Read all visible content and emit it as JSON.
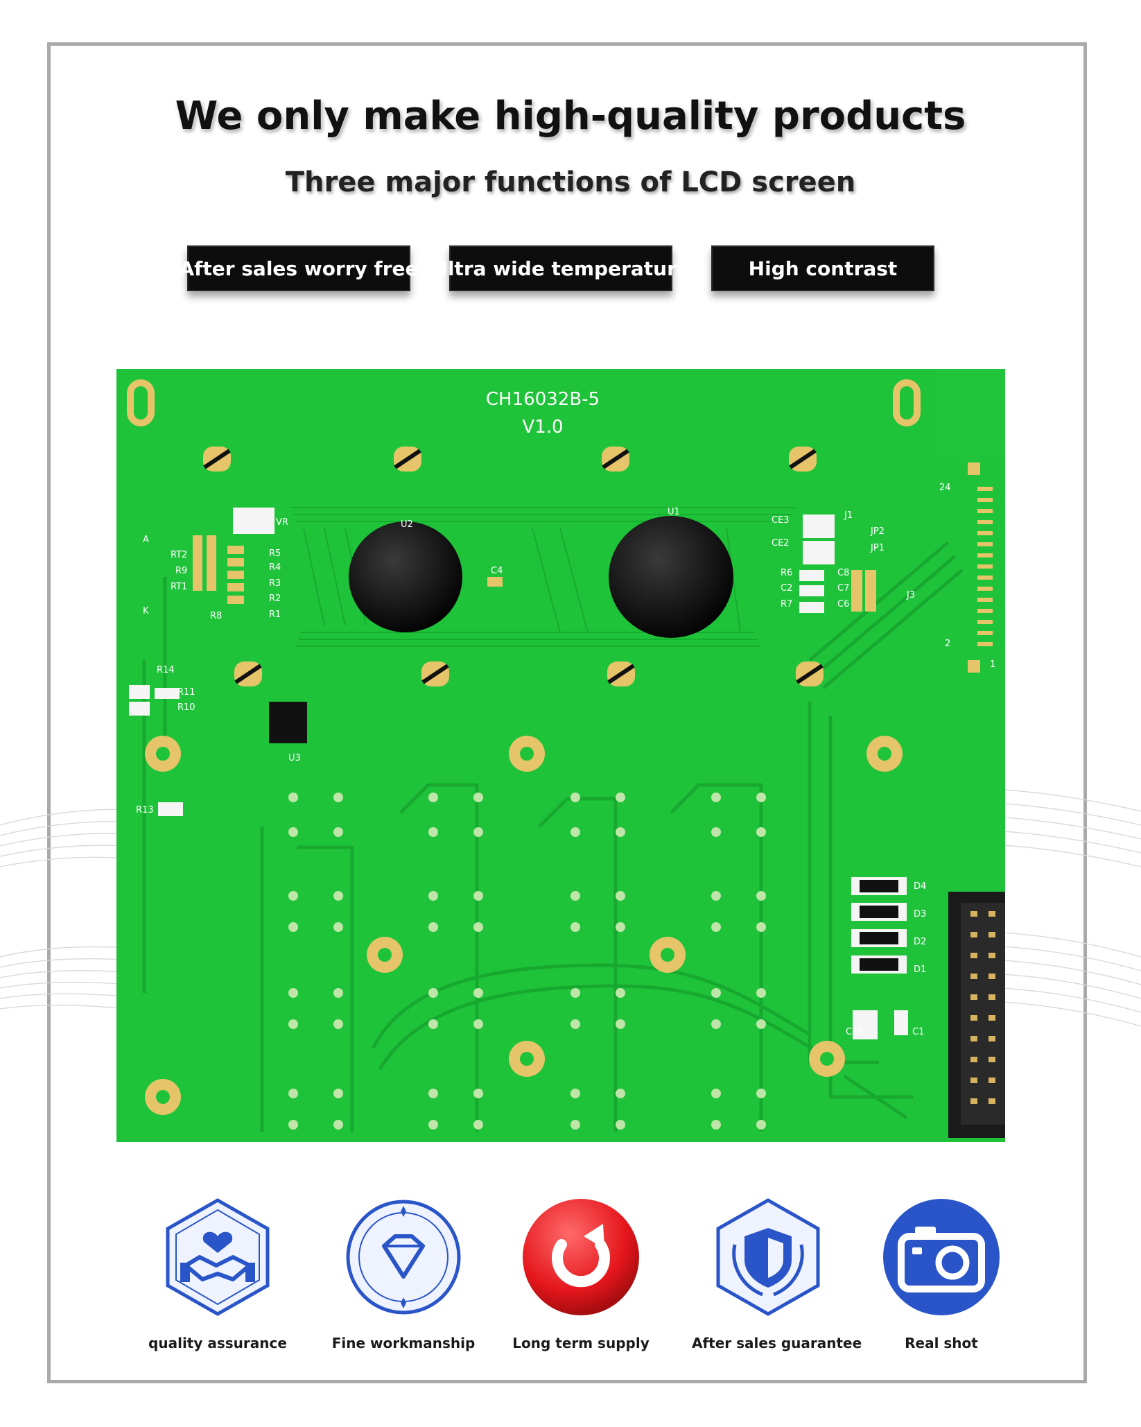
{
  "headline": "We only make high-quality products",
  "subheadline": "Three major functions of LCD screen",
  "tags": [
    "After sales worry free",
    "Ultra wide temperature",
    "High contrast"
  ],
  "board": {
    "model": "CH16032B-5",
    "version": "V1.0",
    "silkscreen": [
      "U1",
      "U2",
      "U3",
      "C4",
      "CE3",
      "CE2",
      "J1",
      "JP2",
      "JP1",
      "J3",
      "R6",
      "C2",
      "R7",
      "C8",
      "C7",
      "C6",
      "R5",
      "R4",
      "R3",
      "R2",
      "R1",
      "RT2",
      "R9",
      "RT1",
      "R8",
      "A",
      "K",
      "VR",
      "R14",
      "R11",
      "R10",
      "R13",
      "D4",
      "D3",
      "D2",
      "D1",
      "CE1",
      "C1",
      "24",
      "2",
      "1"
    ],
    "colors": {
      "solder_mask": "#1fc33a",
      "trace": "#17a830",
      "pad": "#e6c46a",
      "connector": "#1b1b1b"
    }
  },
  "features": [
    {
      "label": "quality assurance",
      "icon": "handshake-heart-icon"
    },
    {
      "label": "Fine workmanship",
      "icon": "diamond-icon"
    },
    {
      "label": "Long term supply",
      "icon": "circular-arrow-icon"
    },
    {
      "label": "After sales guarantee",
      "icon": "shield-laurel-icon"
    },
    {
      "label": "Real shot",
      "icon": "camera-icon"
    }
  ],
  "accent": "#2a55c8",
  "accent_red": "#e4161c"
}
